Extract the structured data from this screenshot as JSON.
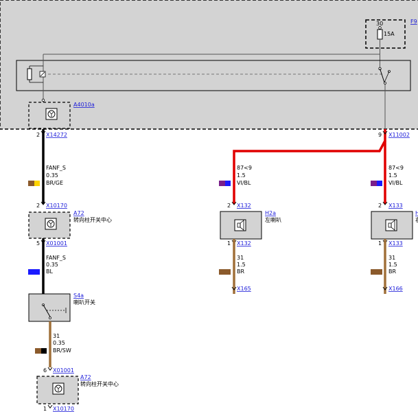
{
  "module_box": {
    "fuse_label": "F9",
    "fuse_terminal": "30",
    "fuse_rating": "15A",
    "module_label": "A4010a"
  },
  "col1": {
    "pin_top": "2",
    "conn_top": "X14272",
    "wire1": {
      "signal": "FANF_S",
      "size": "0.35",
      "color_code": "BR/GE",
      "swatch": [
        "#8b5a2b",
        "#ffd400"
      ]
    },
    "a72_pin": "2",
    "a72_conn": "X10170",
    "a72_label": "A72",
    "a72_desc": "转向柱开关中心",
    "a72_pin_bottom": "5",
    "a72_conn_bottom": "X01001",
    "wire2": {
      "signal": "FANF_S",
      "size": "0.35",
      "color_code": "BL",
      "swatch": [
        "#1a1aff",
        "#1a1aff"
      ]
    },
    "s4a_label": "S4a",
    "s4a_desc": "喇叭开关",
    "wire3": {
      "signal": "31",
      "size": "0.35",
      "color_code": "BR/SW",
      "swatch": [
        "#8b5a2b",
        "#000000"
      ]
    },
    "a72b_pin": "6",
    "a72b_conn": "X01001",
    "a72b_label": "A72",
    "a72b_desc": "转向柱开关中心",
    "a72b_pin_bottom": "1",
    "a72b_conn_bottom": "X10170"
  },
  "col2": {
    "wire1": {
      "signal": "87<9",
      "size": "1.5",
      "color_code": "VI/BL",
      "swatch": [
        "#7a1f8a",
        "#1a1aff"
      ]
    },
    "pin_top": "2",
    "conn_top": "X132",
    "horn_label": "H2a",
    "horn_desc": "左喇叭",
    "pin_bottom": "1",
    "conn_bottom": "X132",
    "wire2": {
      "signal": "31",
      "size": "1.5",
      "color_code": "BR",
      "swatch": [
        "#8b5a2b",
        "#8b5a2b"
      ]
    },
    "ground": "X165"
  },
  "col3": {
    "pin_top": "9",
    "conn_top": "X11002",
    "wire1": {
      "signal": "87<9",
      "size": "1.5",
      "color_code": "VI/BL",
      "swatch": [
        "#7a1f8a",
        "#1a1aff"
      ]
    },
    "pin_h": "2",
    "conn_h": "X133",
    "horn_label_partial": "H",
    "horn_desc_partial": "右",
    "pin_bottom": "1",
    "conn_bottom": "X133",
    "wire2": {
      "signal": "31",
      "size": "1.5",
      "color_code": "BR",
      "swatch": [
        "#8b5a2b",
        "#8b5a2b"
      ]
    },
    "ground": "X166"
  },
  "colors": {
    "wire_black": "#000000",
    "wire_red": "#e00000",
    "wire_brown": "#a0703a",
    "module_fill": "#d3d3d3",
    "link_blue": "#1a1ad9"
  }
}
